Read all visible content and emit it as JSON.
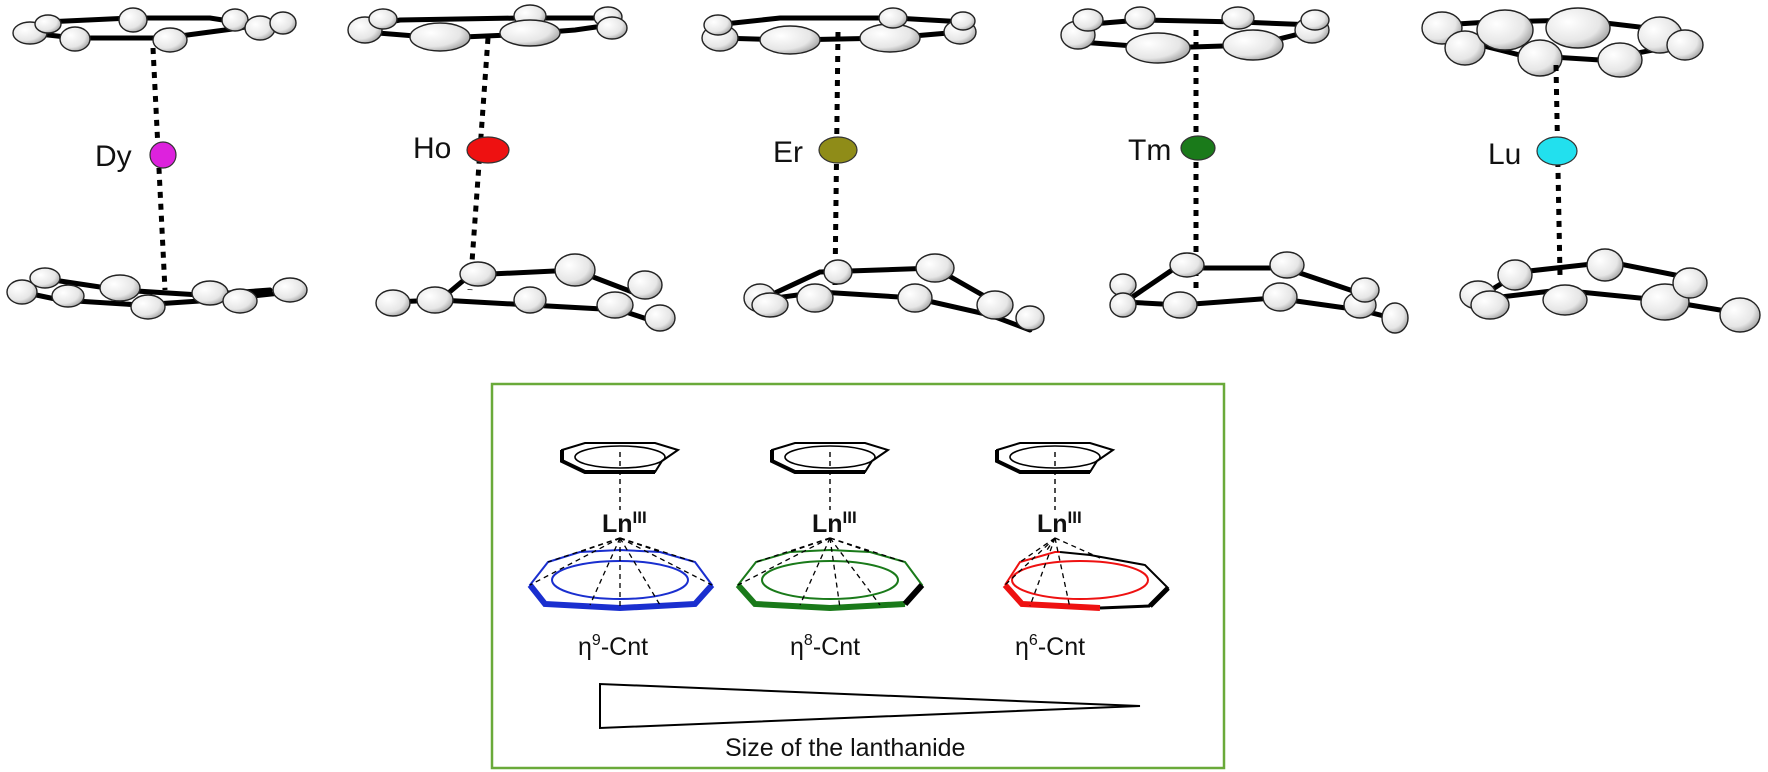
{
  "structures": [
    {
      "label": "Dy",
      "color": "#dd22dd"
    },
    {
      "label": "Ho",
      "color": "#ee1111"
    },
    {
      "label": "Er",
      "color": "#8f8c18"
    },
    {
      "label": "Tm",
      "color": "#1a7a1a"
    },
    {
      "label": "Lu",
      "color": "#22e0ee"
    }
  ],
  "scheme": {
    "border_color": "#6aaa3a",
    "ion_base": "Ln",
    "ion_sup": "III",
    "modes": [
      {
        "eta": "η",
        "hapticity": "9",
        "suffix": "-Cnt",
        "color": "#1a2fcf"
      },
      {
        "eta": "η",
        "hapticity": "8",
        "suffix": "-Cnt",
        "color": "#1a7a1a"
      },
      {
        "eta": "η",
        "hapticity": "6",
        "suffix": "-Cnt",
        "color": "#ee1111"
      }
    ],
    "size_label": "Size of the lanthanide"
  }
}
